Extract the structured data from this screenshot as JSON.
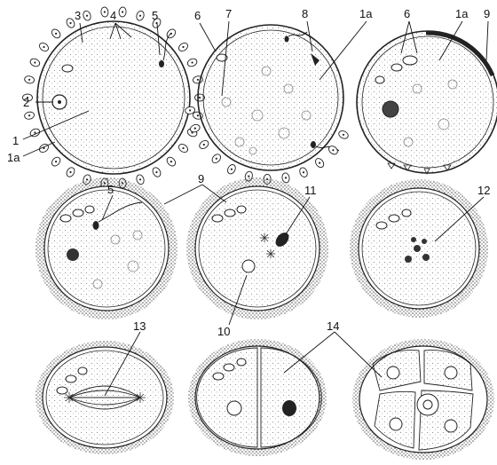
{
  "labels": {
    "l3": "3",
    "l4": "4",
    "l5a": "5",
    "l2": "2",
    "l1": "1",
    "l1a_a": "1a",
    "l6a": "6",
    "l7": "7",
    "l8": "8",
    "l1a_b": "1a",
    "l6b": "6",
    "l1a_c": "1a",
    "l9a": "9",
    "l5b": "5",
    "l9b": "9",
    "l11": "11",
    "l12": "12",
    "l10": "10",
    "l13": "13",
    "l14": "14"
  }
}
